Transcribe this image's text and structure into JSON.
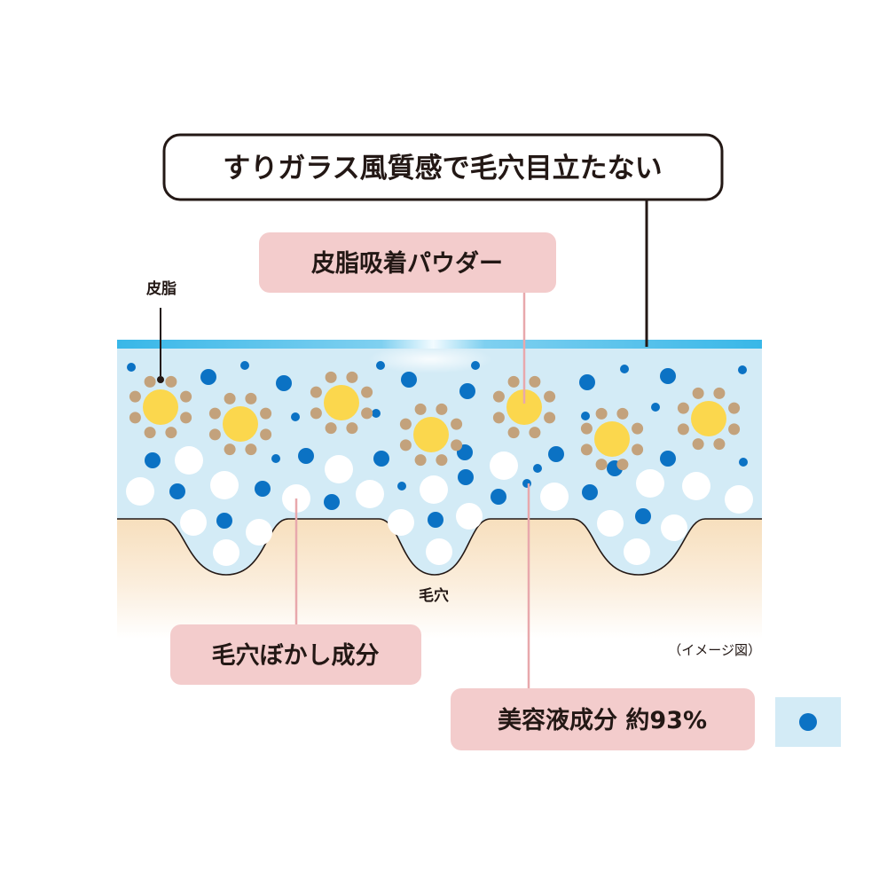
{
  "title_callout": "すりガラス風質感で毛穴目立たない",
  "powder_callout": "皮脂吸着パウダー",
  "sebum_label": "皮脂",
  "pore_label": "毛穴",
  "pore_blur_callout": "毛穴ぼかし成分",
  "serum_callout": "美容液成分 約93%",
  "image_note": "（イメージ図）",
  "colors": {
    "skin_layer_top": "#f7dfbd",
    "film_layer": "#d3ebf6",
    "film_top_edge": "#38b7e8",
    "serum_dot": "#0b72c4",
    "sebum_core": "#fbd74d",
    "powder_ring": "#c3a27c",
    "pink_callout": "#f3cccc",
    "pink_line": "#e8a8ac",
    "outline": "#231815"
  }
}
